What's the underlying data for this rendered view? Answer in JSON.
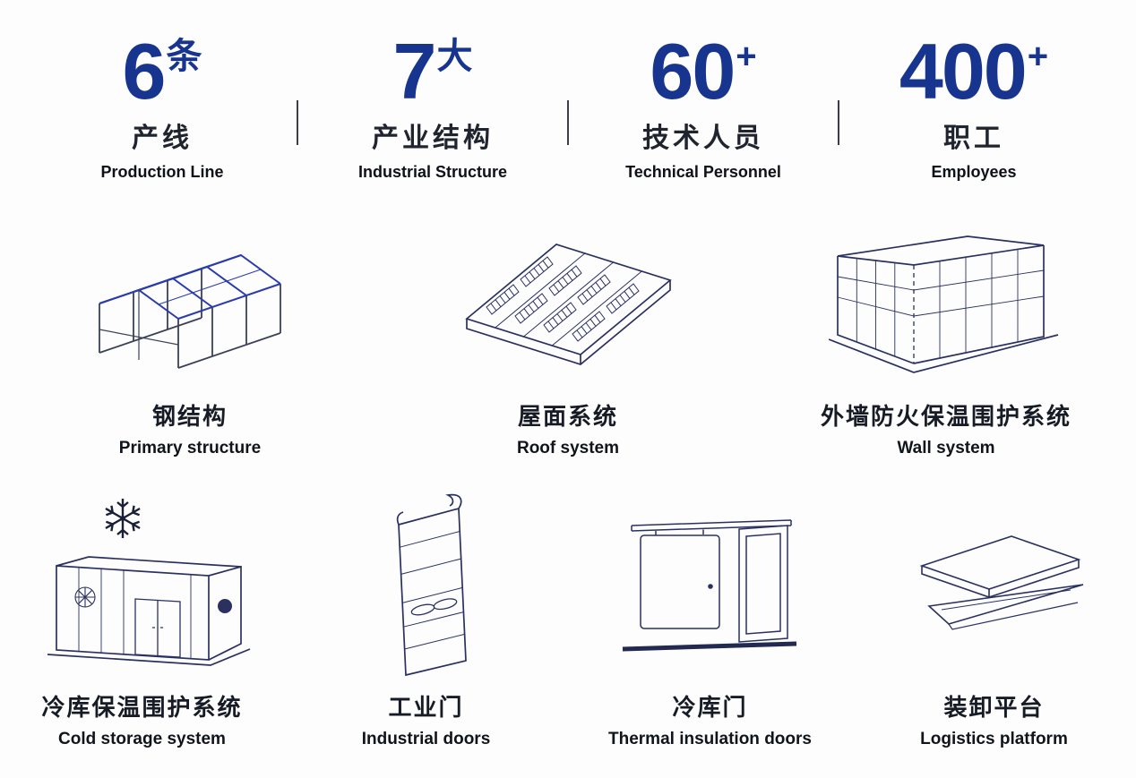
{
  "stats": [
    {
      "number": "6",
      "unit": "条",
      "zh": "产线",
      "en": "Production Line"
    },
    {
      "number": "7",
      "unit": "大",
      "zh": "产业结构",
      "en": "Industrial Structure"
    },
    {
      "number": "60",
      "unit": "+",
      "zh": "技术人员",
      "en": "Technical Personnel"
    },
    {
      "number": "400",
      "unit": "+",
      "zh": "职工",
      "en": "Employees"
    }
  ],
  "products_row1": [
    {
      "zh": "钢结构",
      "en": "Primary structure",
      "icon": "steel-structure-icon"
    },
    {
      "zh": "屋面系统",
      "en": "Roof system",
      "icon": "roof-system-icon"
    },
    {
      "zh": "外墙防火保温围护系统",
      "en": "Wall system",
      "icon": "wall-system-icon"
    }
  ],
  "products_row2": [
    {
      "zh": "冷库保温围护系统",
      "en": "Cold storage system",
      "icon": "cold-storage-icon"
    },
    {
      "zh": "工业门",
      "en": "Industrial doors",
      "icon": "industrial-door-icon"
    },
    {
      "zh": "冷库门",
      "en": "Thermal insulation doors",
      "icon": "cold-storage-door-icon"
    },
    {
      "zh": "装卸平台",
      "en": "Logistics platform",
      "icon": "loading-platform-icon"
    }
  ],
  "colors": {
    "accent_blue": "#17348f",
    "line_navy": "#2a3160",
    "steel_blue": "#2a3cad",
    "text_dark": "#14181f"
  }
}
